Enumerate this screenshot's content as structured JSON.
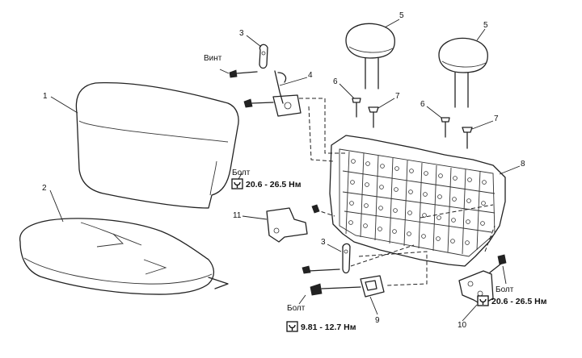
{
  "callouts": {
    "seat_back_pad": "1",
    "seat_cushion": "2",
    "hinge_left": "3",
    "hinge_lower": "3",
    "lock_wire": "4",
    "headrest_left": "5",
    "headrest_right": "5",
    "guide_left": "6",
    "guide_right": "6",
    "guide_lock_left": "7",
    "guide_lock_right": "7",
    "seat_back_frame": "8",
    "latch": "9",
    "bracket_right": "10",
    "bracket_left": "11"
  },
  "labels": {
    "screw": "Винт",
    "bolt_left": "Болт",
    "bolt_lower": "Болт",
    "bolt_right": "Болт"
  },
  "torques": {
    "left": "20.6 - 26.5 Нм",
    "lower": "9.81 - 12.7 Нм",
    "right": "20.6 - 26.5 Нм"
  },
  "icons": {
    "torque_icon": "torque-wrench-icon"
  }
}
